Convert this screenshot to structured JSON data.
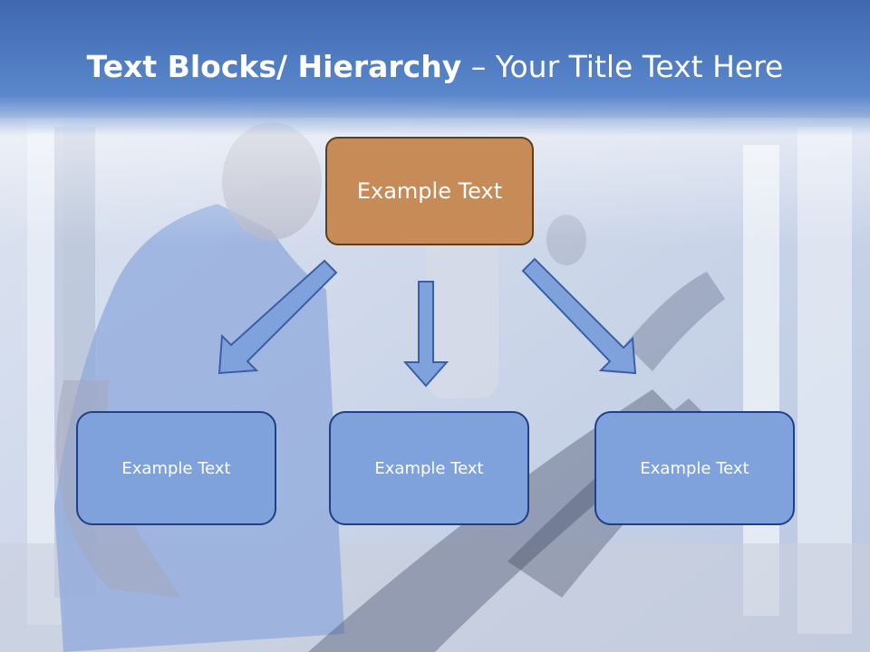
{
  "title": {
    "bold": "Text Blocks/ Hierarchy",
    "dash": " – ",
    "regular": "Your Title Text Here"
  },
  "top_node": {
    "label": "Example Text"
  },
  "child_nodes": [
    {
      "label": "Example Text"
    },
    {
      "label": "Example Text"
    },
    {
      "label": "Example Text"
    }
  ],
  "colors": {
    "title_bar": "#4a75bf",
    "top_node_fill": "#c68b57",
    "top_node_border": "#5d3f20",
    "child_node_fill": "#7fa2dd",
    "child_node_border": "#1f3f86",
    "arrow_fill": "#7fa2dd",
    "arrow_stroke": "#3a5fa8"
  }
}
